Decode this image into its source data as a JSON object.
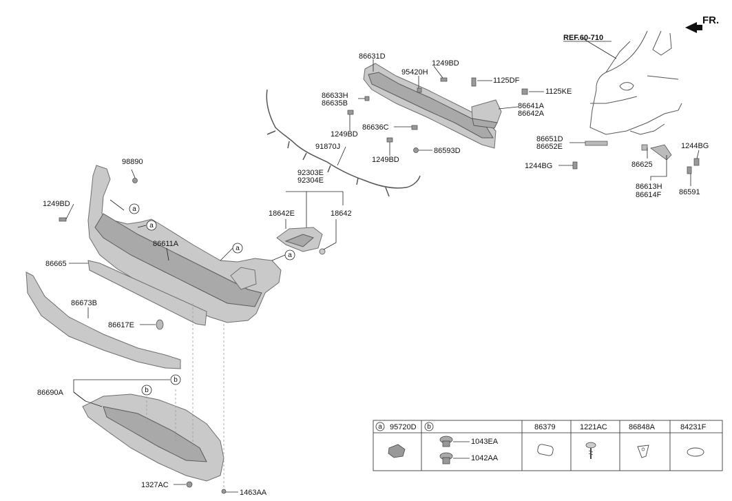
{
  "direction_label": "FR.",
  "reference": "REF.60-710",
  "callouts": {
    "a": "a",
    "b": "b"
  },
  "labels": {
    "p86631D": "86631D",
    "p1249BD_top": "1249BD",
    "p95420H": "95420H",
    "p1125DF": "1125DF",
    "p1125KE": "1125KE",
    "p86633H": "86633H",
    "p86635B": "86635B",
    "p86641A": "86641A",
    "p86642A": "86642A",
    "p86636C": "86636C",
    "p1249BD_mid": "1249BD",
    "p91870J": "91870J",
    "p1249BD_low": "1249BD",
    "p86593D": "86593D",
    "p86651D": "86651D",
    "p86652E": "86652E",
    "p1244BG_r": "1244BG",
    "p1244BG_l": "1244BG",
    "p86625": "86625",
    "p86613H": "86613H",
    "p86614F": "86614F",
    "p86591": "86591",
    "p98890": "98890",
    "p92303E": "92303E",
    "p92304E": "92304E",
    "p1249BD_left": "1249BD",
    "p18642E": "18642E",
    "p18642": "18642",
    "p86611A": "86611A",
    "p86665": "86665",
    "p86673B": "86673B",
    "p86617E": "86617E",
    "p86690A": "86690A",
    "p1327AC": "1327AC",
    "p1463AA": "1463AA"
  },
  "legend": {
    "a_part": "95720D",
    "b_part1": "1043EA",
    "b_part2": "1042AA",
    "col3": "86379",
    "col4": "1221AC",
    "col5": "86848A",
    "col6": "84231F"
  }
}
